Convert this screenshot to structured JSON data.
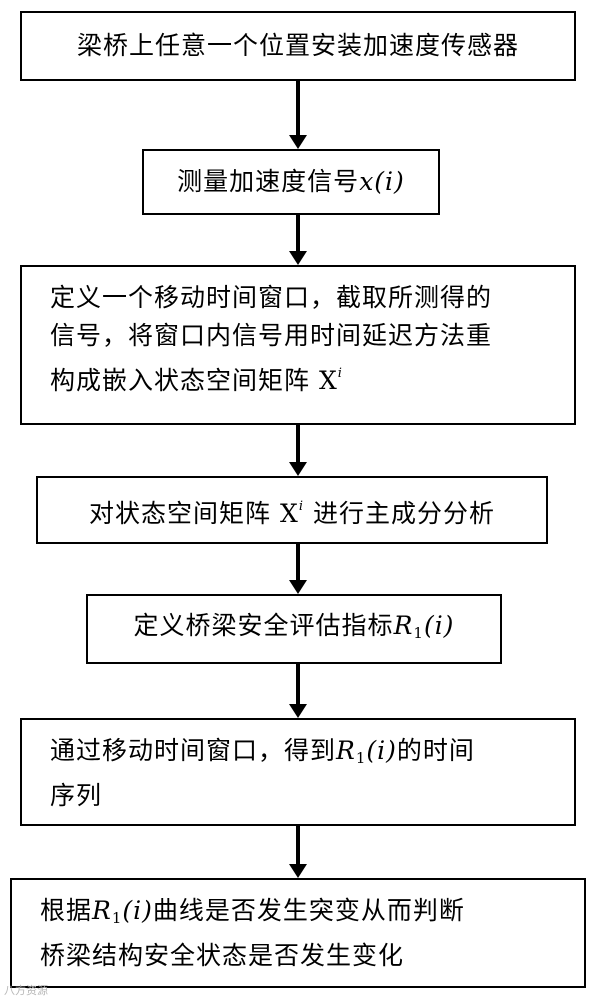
{
  "steps": [
    {
      "text": "梁桥上任意一个位置安装加速度传感器"
    },
    {
      "text": "测量加速度信号",
      "math_x": "x",
      "math_paren": "(i)"
    },
    {
      "line1": "定义一个移动时间窗口，截取所测得的",
      "line2": "信号，将窗口内信号用时间延迟方法重",
      "line3": "构成嵌入状态空间矩阵",
      "matrix": "X",
      "matrix_sup": "i"
    },
    {
      "text": "对状态空间矩阵",
      "matrix": "X",
      "matrix_sup": "i",
      "text_after": "进行主成分分析"
    },
    {
      "text": "定义桥梁安全评估指标",
      "r": "R",
      "r_sub": "1",
      "r_paren": "(i)"
    },
    {
      "line1_before": "通过移动时间窗口，得到",
      "r": "R",
      "r_sub": "1",
      "r_paren": "(i)",
      "line1_after": "的时间",
      "line2": "序列"
    },
    {
      "line1_before": "根据",
      "r": "R",
      "r_sub": "1",
      "r_paren": "(i)",
      "line1_after": "曲线是否发生突变从而判断",
      "line2": "桥梁结构安全状态是否发生变化"
    }
  ],
  "watermark": "八方资源"
}
